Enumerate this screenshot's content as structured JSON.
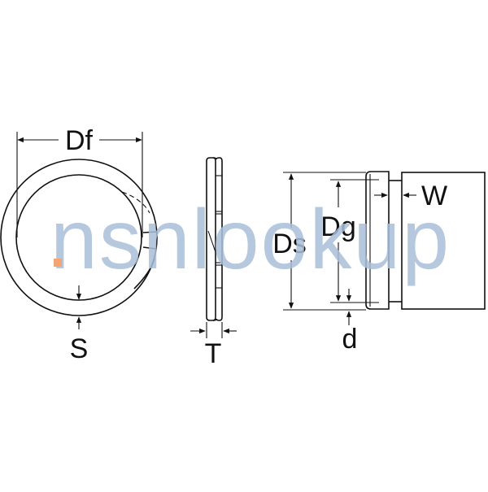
{
  "diagram": {
    "subject": "Spiral retaining ring with groove dimensions",
    "views": [
      {
        "name": "front-view",
        "labels": [
          "Df",
          "S"
        ]
      },
      {
        "name": "edge-view",
        "labels": [
          "T"
        ]
      },
      {
        "name": "groove-section-view",
        "labels": [
          "Ds",
          "Dg",
          "W",
          "d"
        ]
      }
    ],
    "labels": {
      "df": "Df",
      "s": "S",
      "t": "T",
      "ds": "Ds",
      "dg": "Dg",
      "w": "W",
      "d": "d"
    }
  },
  "watermark": {
    "text": "nsnlookup",
    "color": "#a9bfd8",
    "dot_color": "#f4a576"
  }
}
